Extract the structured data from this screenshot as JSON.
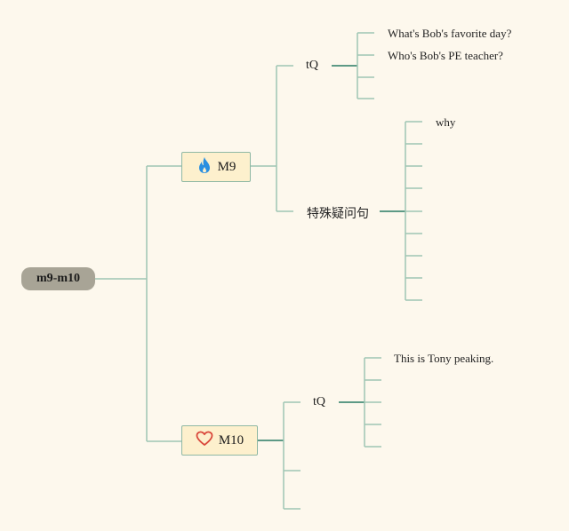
{
  "mindmap": {
    "root": {
      "label": "m9-m10"
    },
    "topics": [
      {
        "label": "M9",
        "icon": "fire-icon",
        "subtopics": [
          {
            "label": "tQ",
            "children": [
              "What's Bob's favorite day?",
              "Who's Bob's PE teacher?",
              "",
              ""
            ]
          },
          {
            "label": "特殊疑问句",
            "children": [
              "why",
              "",
              "",
              "",
              "",
              "",
              "",
              "",
              ""
            ]
          }
        ]
      },
      {
        "label": "M10",
        "icon": "heart-icon",
        "subtopics": [
          {
            "label": "tQ",
            "children": [
              "This is Tony peaking.",
              "",
              "",
              "",
              ""
            ]
          },
          {
            "label": "",
            "children": []
          },
          {
            "label": "",
            "children": []
          }
        ]
      }
    ]
  },
  "colors": {
    "background": "#fdf8ed",
    "root_fill": "#a8a496",
    "topic_fill": "#fdf0cd",
    "line_light": "#9fc6b3",
    "line_dark": "#5d9a86",
    "fire_icon": "#2b8fe0",
    "heart_icon": "#d9473a"
  }
}
